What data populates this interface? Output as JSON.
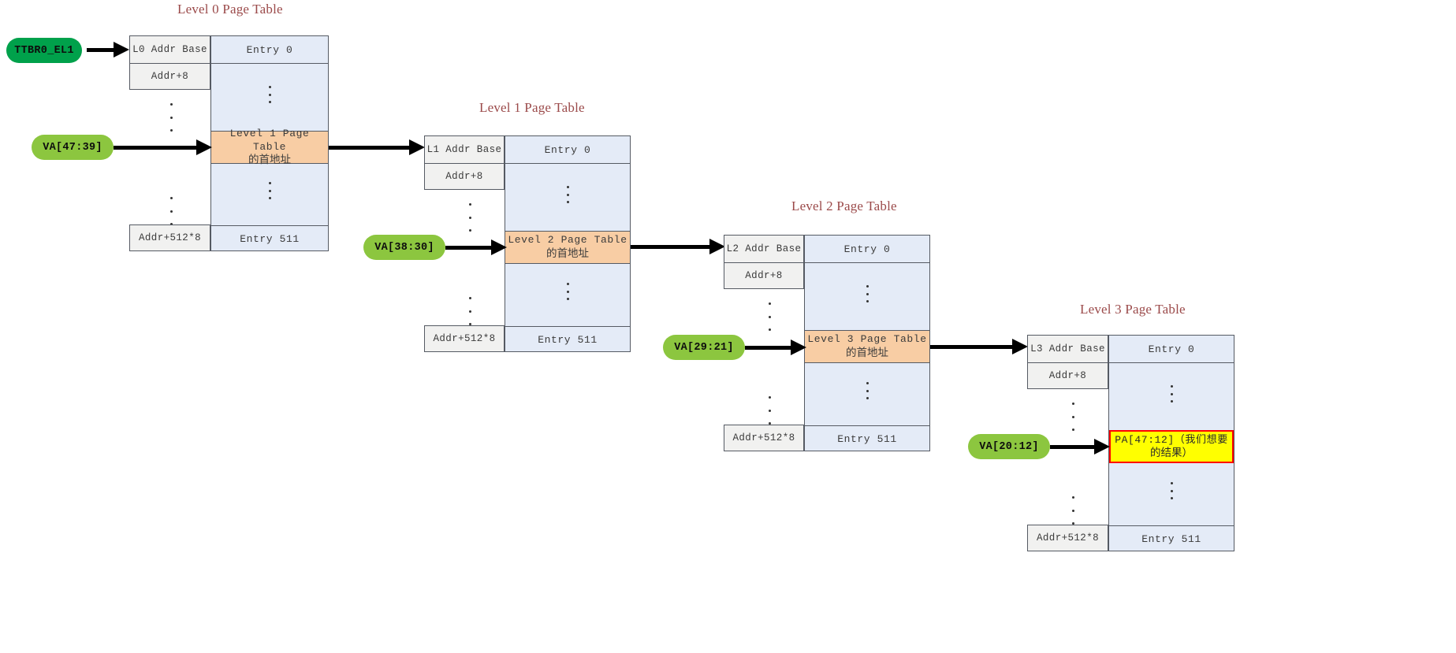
{
  "diagram": {
    "title_color": "#9b4a4a",
    "orange_color": "#f8cda4",
    "yellow_color": "#ffff00",
    "red_border_color": "#ff0000",
    "blue_cell_color": "#e4ebf7",
    "grey_cell_color": "#f1f1f0",
    "pill_dark_green": "#00a14b",
    "pill_light_green": "#8cc63f"
  },
  "registers": {
    "ttbr": "TTBR0_EL1"
  },
  "va_pills": [
    {
      "label": "VA[47:39]"
    },
    {
      "label": "VA[38:30]"
    },
    {
      "label": "VA[29:21]"
    },
    {
      "label": "VA[20:12]"
    }
  ],
  "tables": [
    {
      "title": "Level 0 Page Table",
      "addr_base": "L0 Addr Base",
      "addr_plus8": "Addr+8",
      "addr_last": "Addr+512*8",
      "entry_first": "Entry 0",
      "entry_last": "Entry 511",
      "highlight_line1": "Level 1 Page Table",
      "highlight_line2": "的首地址",
      "highlight_kind": "orange"
    },
    {
      "title": "Level 1 Page Table",
      "addr_base": "L1 Addr Base",
      "addr_plus8": "Addr+8",
      "addr_last": "Addr+512*8",
      "entry_first": "Entry 0",
      "entry_last": "Entry 511",
      "highlight_line1": "Level 2 Page Table",
      "highlight_line2": "的首地址",
      "highlight_kind": "orange"
    },
    {
      "title": "Level 2 Page Table",
      "addr_base": "L2 Addr Base",
      "addr_plus8": "Addr+8",
      "addr_last": "Addr+512*8",
      "entry_first": "Entry 0",
      "entry_last": "Entry 511",
      "highlight_line1": "Level 3 Page Table",
      "highlight_line2": "的首地址",
      "highlight_kind": "orange"
    },
    {
      "title": "Level 3 Page Table",
      "addr_base": "L3 Addr Base",
      "addr_plus8": "Addr+8",
      "addr_last": "Addr+512*8",
      "entry_first": "Entry 0",
      "entry_last": "Entry 511",
      "highlight_line1": "PA[47:12]（我们想要",
      "highlight_line2": "的结果）",
      "highlight_kind": "yellow"
    }
  ]
}
